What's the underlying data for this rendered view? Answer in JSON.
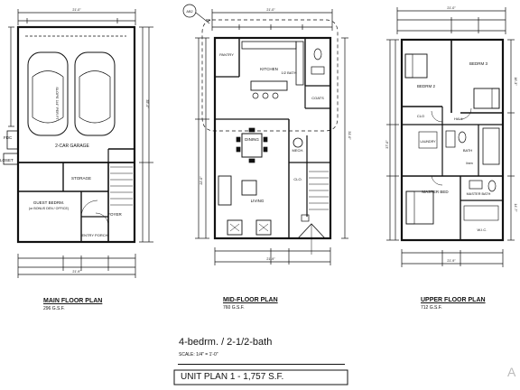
{
  "plans": [
    {
      "title": "MAIN FLOOR PLAN",
      "area": "296 G.S.F."
    },
    {
      "title": "MID-FLOOR PLAN",
      "area": "760 G.S.F."
    },
    {
      "title": "UPPER FLOOR PLAN",
      "area": "712 G.S.F."
    }
  ],
  "main_rooms": {
    "slope": "SLOPE 1/4\" PER FT.",
    "garage": "2-CAR GARAGE",
    "storage": "STORAGE",
    "guest": "GUEST BEDRM.",
    "guest_sub": "(or BONUS DEN / OFFICE)",
    "foyer": "FOYER",
    "entry": "ENTRY PORCH",
    "fdc": "FDC",
    "closet": "LOSET"
  },
  "mid_rooms": {
    "pantry": "PANTRY",
    "half_bath": "1/2 BATH",
    "kitchen": "KITCHEN",
    "coats": "COATS",
    "dining": "DINING",
    "mech": "MECH.",
    "clo": "CLO.",
    "living": "LIVING",
    "callout": "AB2"
  },
  "upper_rooms": {
    "bedrm2": "BEDRM 2",
    "bedrm3": "BEDRM 3",
    "clo": "CLO",
    "hall": "HALL",
    "laundry": "LAUNDRY",
    "bath": "BATH",
    "linen": "linen",
    "master_bed": "MASTER BED",
    "master_bath": "MASTER BATH",
    "wic": "W.I.C."
  },
  "dims": {
    "w21": "21'-0\"",
    "w21b": "21'-9\"",
    "d37": "37'-0\"",
    "d35": "35'-4\"",
    "d31": "31'-0\"",
    "d22": "22'-0\"",
    "d16": "16'-3\"",
    "d14": "14'-7\"",
    "d13": "13'-6\"",
    "d11": "11'-10\"",
    "d9": "9'-11\"",
    "d7": "7'-10\"",
    "d5": "5'-10\"",
    "d3": "3'-0\""
  },
  "summary": {
    "bedrooms": "4-bedrm.  /  2-1/2-bath",
    "scale": "SCALE: 1/4\" = 1'-0\"",
    "unit": "UNIT PLAN 1 -  1,757 S.F."
  },
  "watermark": "A"
}
